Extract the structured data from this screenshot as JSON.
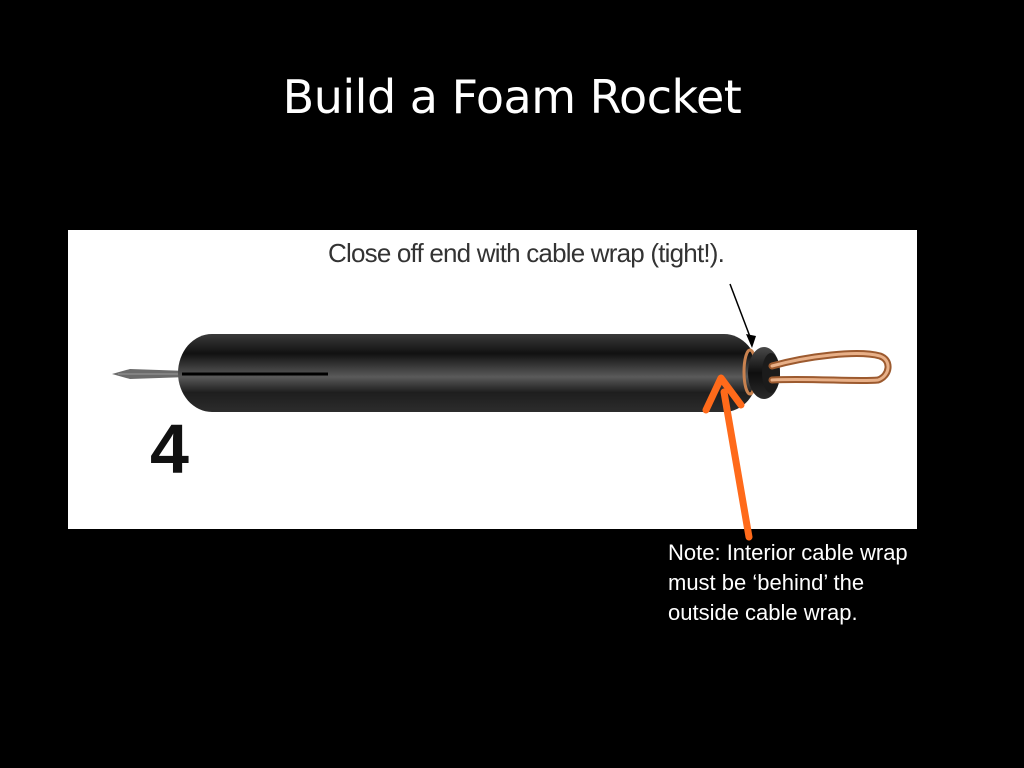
{
  "slide": {
    "title": "Build a Foam Rocket",
    "background_color": "#000000"
  },
  "figure": {
    "callout_text": "Close off end with cable wrap (tight!).",
    "step_number": "4",
    "panel_color": "#ffffff",
    "tube_color": "#1a1a1a",
    "cable_wrap_color": "#c9824f"
  },
  "annotation": {
    "note_text": "Note: Interior cable wrap must be ‘behind’ the outside cable wrap.",
    "arrow_color": "#ff6a1a",
    "arrow_icon": "arrow-up-icon"
  }
}
